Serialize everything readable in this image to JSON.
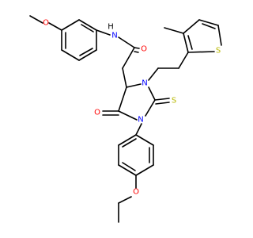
{
  "molecule": {
    "atoms": {
      "nh": {
        "text": "H",
        "color": "#000000"
      },
      "n_amide": {
        "text": "N",
        "color": "#0000ff"
      },
      "o_amide": {
        "text": "O",
        "color": "#ff0000"
      },
      "o_methoxy": {
        "text": "O",
        "color": "#ff0000"
      },
      "n_ring_upper": {
        "text": "N",
        "color": "#0000ff"
      },
      "n_ring_lower": {
        "text": "N",
        "color": "#0000ff"
      },
      "o_ketone": {
        "text": "O",
        "color": "#ff0000"
      },
      "s_thione": {
        "text": "S",
        "color": "#b8b800"
      },
      "s_thiophene": {
        "text": "S",
        "color": "#b8b800"
      },
      "o_ethoxy": {
        "text": "O",
        "color": "#ff0000"
      }
    }
  }
}
